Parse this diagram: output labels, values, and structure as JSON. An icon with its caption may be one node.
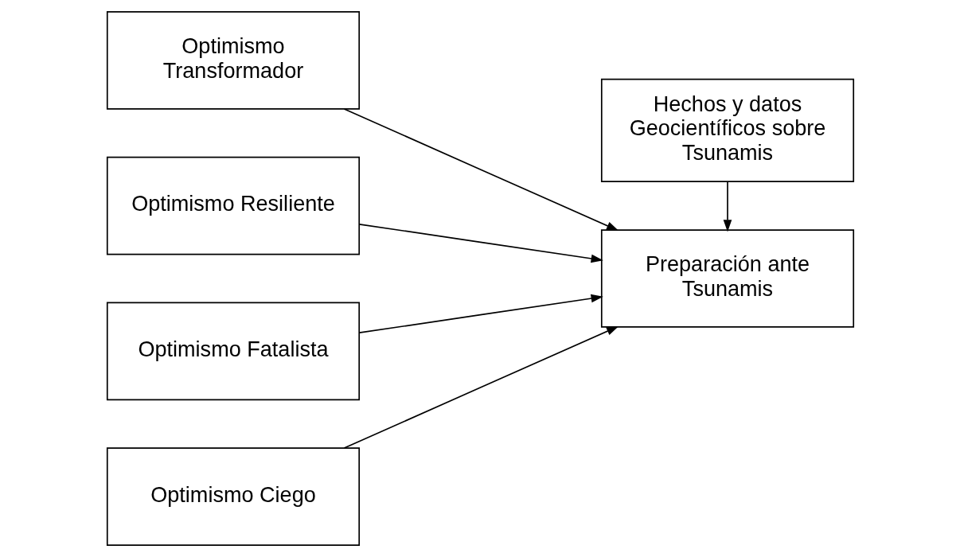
{
  "diagram": {
    "nodes": [
      {
        "text": [
          "Optimismo Transformador"
        ]
      },
      {
        "text": [
          "Optimismo Resiliente"
        ]
      },
      {
        "text": [
          "Optimismo Fatalista"
        ]
      },
      {
        "text": [
          "Optimismo Ciego"
        ]
      },
      {
        "text": [
          "Preparación ante Tsunamis"
        ]
      },
      {
        "text": [
          "Hechos y datos Geocientíficos sobre Tsunamis"
        ]
      }
    ],
    "edges": [
      {
        "from": 0,
        "to": 4,
        "arrow": "to"
      },
      {
        "from": 1,
        "to": 4,
        "arrow": "to"
      },
      {
        "from": 2,
        "to": 4,
        "arrow": "to"
      },
      {
        "from": 3,
        "to": 4,
        "arrow": "to"
      },
      {
        "from": 5,
        "to": 4,
        "arrow": "to"
      }
    ]
  }
}
